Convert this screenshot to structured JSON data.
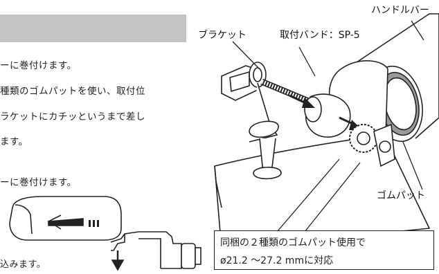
{
  "left_text": {
    "line1": "ーに巻付けます。",
    "line2": "種類のゴムパットを使い、取付位",
    "line3": "ラケットにカチッというまで差し",
    "line4": "ます。",
    "line5": "ーに巻付けます。",
    "line6": "込みます。"
  },
  "labels": {
    "handlebar": "ハンドルバー",
    "bracket": "ブラケット",
    "band": "取付バンド：SP-5",
    "rubber_pad": "ゴムパット"
  },
  "note": {
    "line1": "同梱の２種類のゴムパット使用で",
    "line2": "ø21.2 ～27.2 mmに対応"
  }
}
